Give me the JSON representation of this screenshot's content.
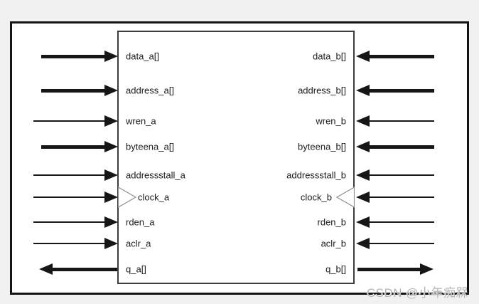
{
  "figure": {
    "description": "True dual-port memory block diagram with port A signals on the left and port B signals on the right"
  },
  "ports": {
    "left": [
      {
        "label": "data_a[]",
        "direction": "input",
        "width": "bus",
        "clock": false
      },
      {
        "label": "address_a[]",
        "direction": "input",
        "width": "bus",
        "clock": false
      },
      {
        "label": "wren_a",
        "direction": "input",
        "width": "single",
        "clock": false
      },
      {
        "label": "byteena_a[]",
        "direction": "input",
        "width": "bus",
        "clock": false
      },
      {
        "label": "addressstall_a",
        "direction": "input",
        "width": "single",
        "clock": false
      },
      {
        "label": "clock_a",
        "direction": "input",
        "width": "single",
        "clock": true
      },
      {
        "label": "rden_a",
        "direction": "input",
        "width": "single",
        "clock": false
      },
      {
        "label": "aclr_a",
        "direction": "input",
        "width": "single",
        "clock": false
      },
      {
        "label": "q_a[]",
        "direction": "output",
        "width": "bus",
        "clock": false
      }
    ],
    "right": [
      {
        "label": "data_b[]",
        "direction": "input",
        "width": "bus",
        "clock": false
      },
      {
        "label": "address_b[]",
        "direction": "input",
        "width": "bus",
        "clock": false
      },
      {
        "label": "wren_b",
        "direction": "input",
        "width": "single",
        "clock": false
      },
      {
        "label": "byteena_b[]",
        "direction": "input",
        "width": "bus",
        "clock": false
      },
      {
        "label": "addressstall_b",
        "direction": "input",
        "width": "single",
        "clock": false
      },
      {
        "label": "clock_b",
        "direction": "input",
        "width": "single",
        "clock": true
      },
      {
        "label": "rden_b",
        "direction": "input",
        "width": "single",
        "clock": false
      },
      {
        "label": "aclr_b",
        "direction": "input",
        "width": "single",
        "clock": false
      },
      {
        "label": "q_b[]",
        "direction": "output",
        "width": "bus",
        "clock": false
      }
    ]
  },
  "watermark": {
    "text": "CSDN @小年痴槑"
  },
  "colors": {
    "background": "#f1f1f1",
    "frame_border": "#131313",
    "block_border": "#3c3c3c",
    "arrow": "#161616",
    "watermark": "#b3b3b3"
  }
}
